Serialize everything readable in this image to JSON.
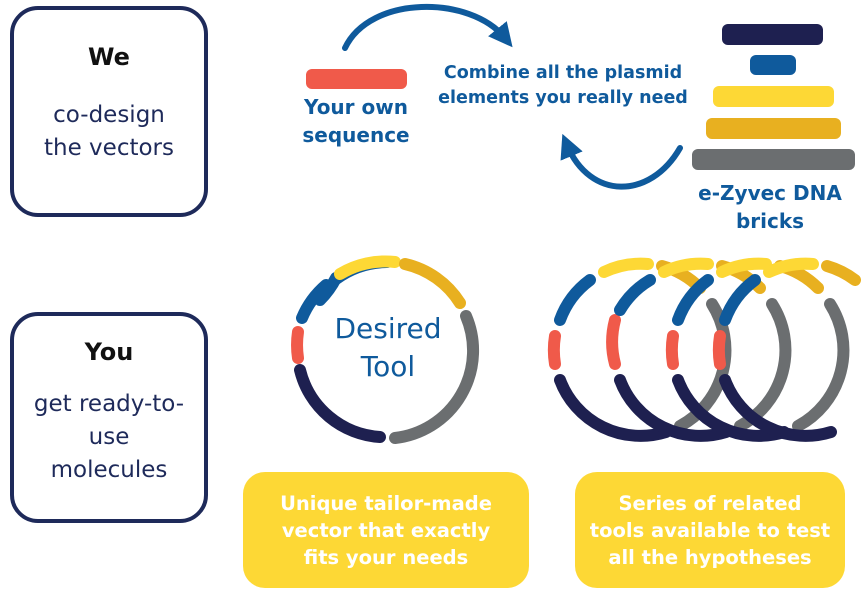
{
  "cards": {
    "we": {
      "title": "We",
      "line1": "co-design",
      "line2": "the vectors"
    },
    "you": {
      "title": "You",
      "line1": "get ready-to-",
      "line2": "use",
      "line3": "molecules"
    }
  },
  "cycle": {
    "own_sequence_line1": "Your own",
    "own_sequence_line2": "sequence",
    "combine_line1": "Combine all the plasmid",
    "combine_line2": "elements you really need",
    "bricks_line1": "e-Zyvec DNA",
    "bricks_line2": "bricks"
  },
  "plasmid": {
    "label_line1": "Desired",
    "label_line2": "Tool"
  },
  "boxes": {
    "unique": {
      "line1": "Unique tailor-made",
      "line2": "vector that exactly",
      "line3": "fits your needs"
    },
    "series": {
      "line1": "Series of related",
      "line2": "tools available to test",
      "line3": "all the hypotheses"
    }
  },
  "colors": {
    "navy": "#1e2050",
    "blue": "#0f5a9c",
    "yellow": "#fdd835",
    "gold": "#e8b020",
    "gray": "#6b6e70",
    "red": "#f05a4a",
    "label_blue": "#0f5a9c"
  }
}
